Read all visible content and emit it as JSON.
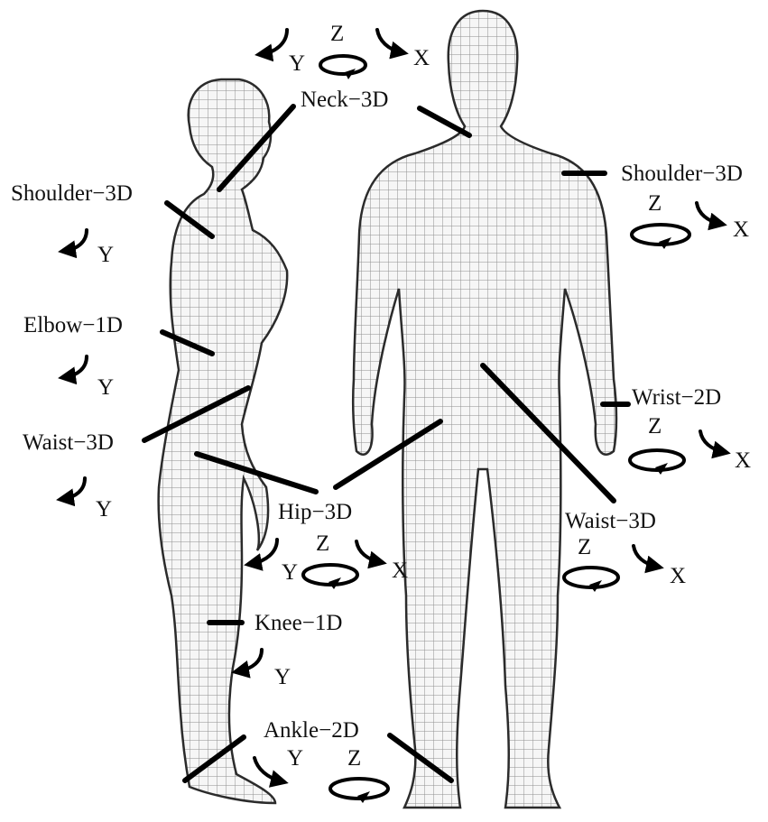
{
  "labels": {
    "neck": "Neck−3D",
    "shoulder_left": "Shoulder−3D",
    "shoulder_right": "Shoulder−3D",
    "elbow": "Elbow−1D",
    "wrist": "Wrist−2D",
    "waist_left": "Waist−3D",
    "waist_right": "Waist−3D",
    "hip": "Hip−3D",
    "knee": "Knee−1D",
    "ankle": "Ankle−2D"
  },
  "axes": {
    "x": "X",
    "y": "Y",
    "z": "Z"
  },
  "colors": {
    "ink": "#000000",
    "mesh": "#5a5a5a",
    "skin": "#f3f3f3"
  }
}
